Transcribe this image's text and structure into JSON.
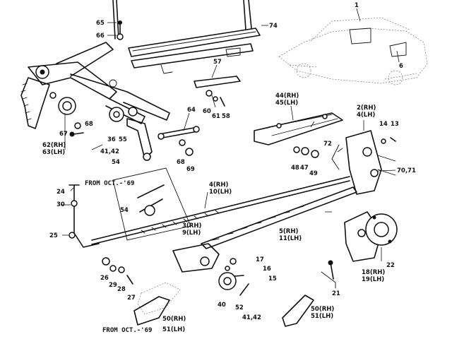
{
  "callouts": [
    {
      "id": "c1",
      "text": "1"
    },
    {
      "id": "c6",
      "text": "6"
    },
    {
      "id": "c65",
      "text": "65"
    },
    {
      "id": "c66",
      "text": "66"
    },
    {
      "id": "c74",
      "text": "74"
    },
    {
      "id": "c57",
      "text": "57"
    },
    {
      "id": "c60",
      "text": "60"
    },
    {
      "id": "c61",
      "text": "61"
    },
    {
      "id": "c58",
      "text": "58"
    },
    {
      "id": "c44",
      "text": "44(RH)"
    },
    {
      "id": "c45",
      "text": "45(LH)"
    },
    {
      "id": "c2",
      "text": "2(RH)"
    },
    {
      "id": "c4a",
      "text": "4(LH)"
    },
    {
      "id": "c14",
      "text": "14"
    },
    {
      "id": "c13",
      "text": "13"
    },
    {
      "id": "c62",
      "text": "62(RH)"
    },
    {
      "id": "c63",
      "text": "63(LH)"
    },
    {
      "id": "c67",
      "text": "67"
    },
    {
      "id": "c68a",
      "text": "68"
    },
    {
      "id": "c36",
      "text": "36"
    },
    {
      "id": "c55",
      "text": "55"
    },
    {
      "id": "c4142a",
      "text": "41,42"
    },
    {
      "id": "c54a",
      "text": "54"
    },
    {
      "id": "c64",
      "text": "64"
    },
    {
      "id": "c68b",
      "text": "68"
    },
    {
      "id": "c69",
      "text": "69"
    },
    {
      "id": "c48",
      "text": "48"
    },
    {
      "id": "c47",
      "text": "47"
    },
    {
      "id": "c49",
      "text": "49"
    },
    {
      "id": "c72",
      "text": "72"
    },
    {
      "id": "c7071",
      "text": "70,71"
    },
    {
      "id": "c24",
      "text": "24"
    },
    {
      "id": "c30",
      "text": "30"
    },
    {
      "id": "c54b",
      "text": "54"
    },
    {
      "id": "c4b",
      "text": "4(RH)"
    },
    {
      "id": "c10",
      "text": "10(LH)"
    },
    {
      "id": "c25",
      "text": "25"
    },
    {
      "id": "c3",
      "text": "3(RH)"
    },
    {
      "id": "c9",
      "text": "9(LH)"
    },
    {
      "id": "c5",
      "text": "5(RH)"
    },
    {
      "id": "c11",
      "text": "11(LH)"
    },
    {
      "id": "c22",
      "text": "22"
    },
    {
      "id": "c17",
      "text": "17"
    },
    {
      "id": "c16",
      "text": "16"
    },
    {
      "id": "c15",
      "text": "15"
    },
    {
      "id": "c26",
      "text": "26"
    },
    {
      "id": "c29",
      "text": "29"
    },
    {
      "id": "c28",
      "text": "28"
    },
    {
      "id": "c27",
      "text": "27"
    },
    {
      "id": "c40",
      "text": "40"
    },
    {
      "id": "c52",
      "text": "52"
    },
    {
      "id": "c4142b",
      "text": "41,42"
    },
    {
      "id": "c18",
      "text": "18(RH)"
    },
    {
      "id": "c19",
      "text": "19(LH)"
    },
    {
      "id": "c21",
      "text": "21"
    },
    {
      "id": "c50a",
      "text": "50(RH)"
    },
    {
      "id": "c51a",
      "text": "51(LH)"
    },
    {
      "id": "c50b",
      "text": "50(RH)"
    },
    {
      "id": "c51b",
      "text": "51(LH)"
    }
  ],
  "notes": {
    "from_oct_69_a": "FROM OCT.-'69",
    "from_oct_69_b": "FROM OCT.-'69"
  }
}
